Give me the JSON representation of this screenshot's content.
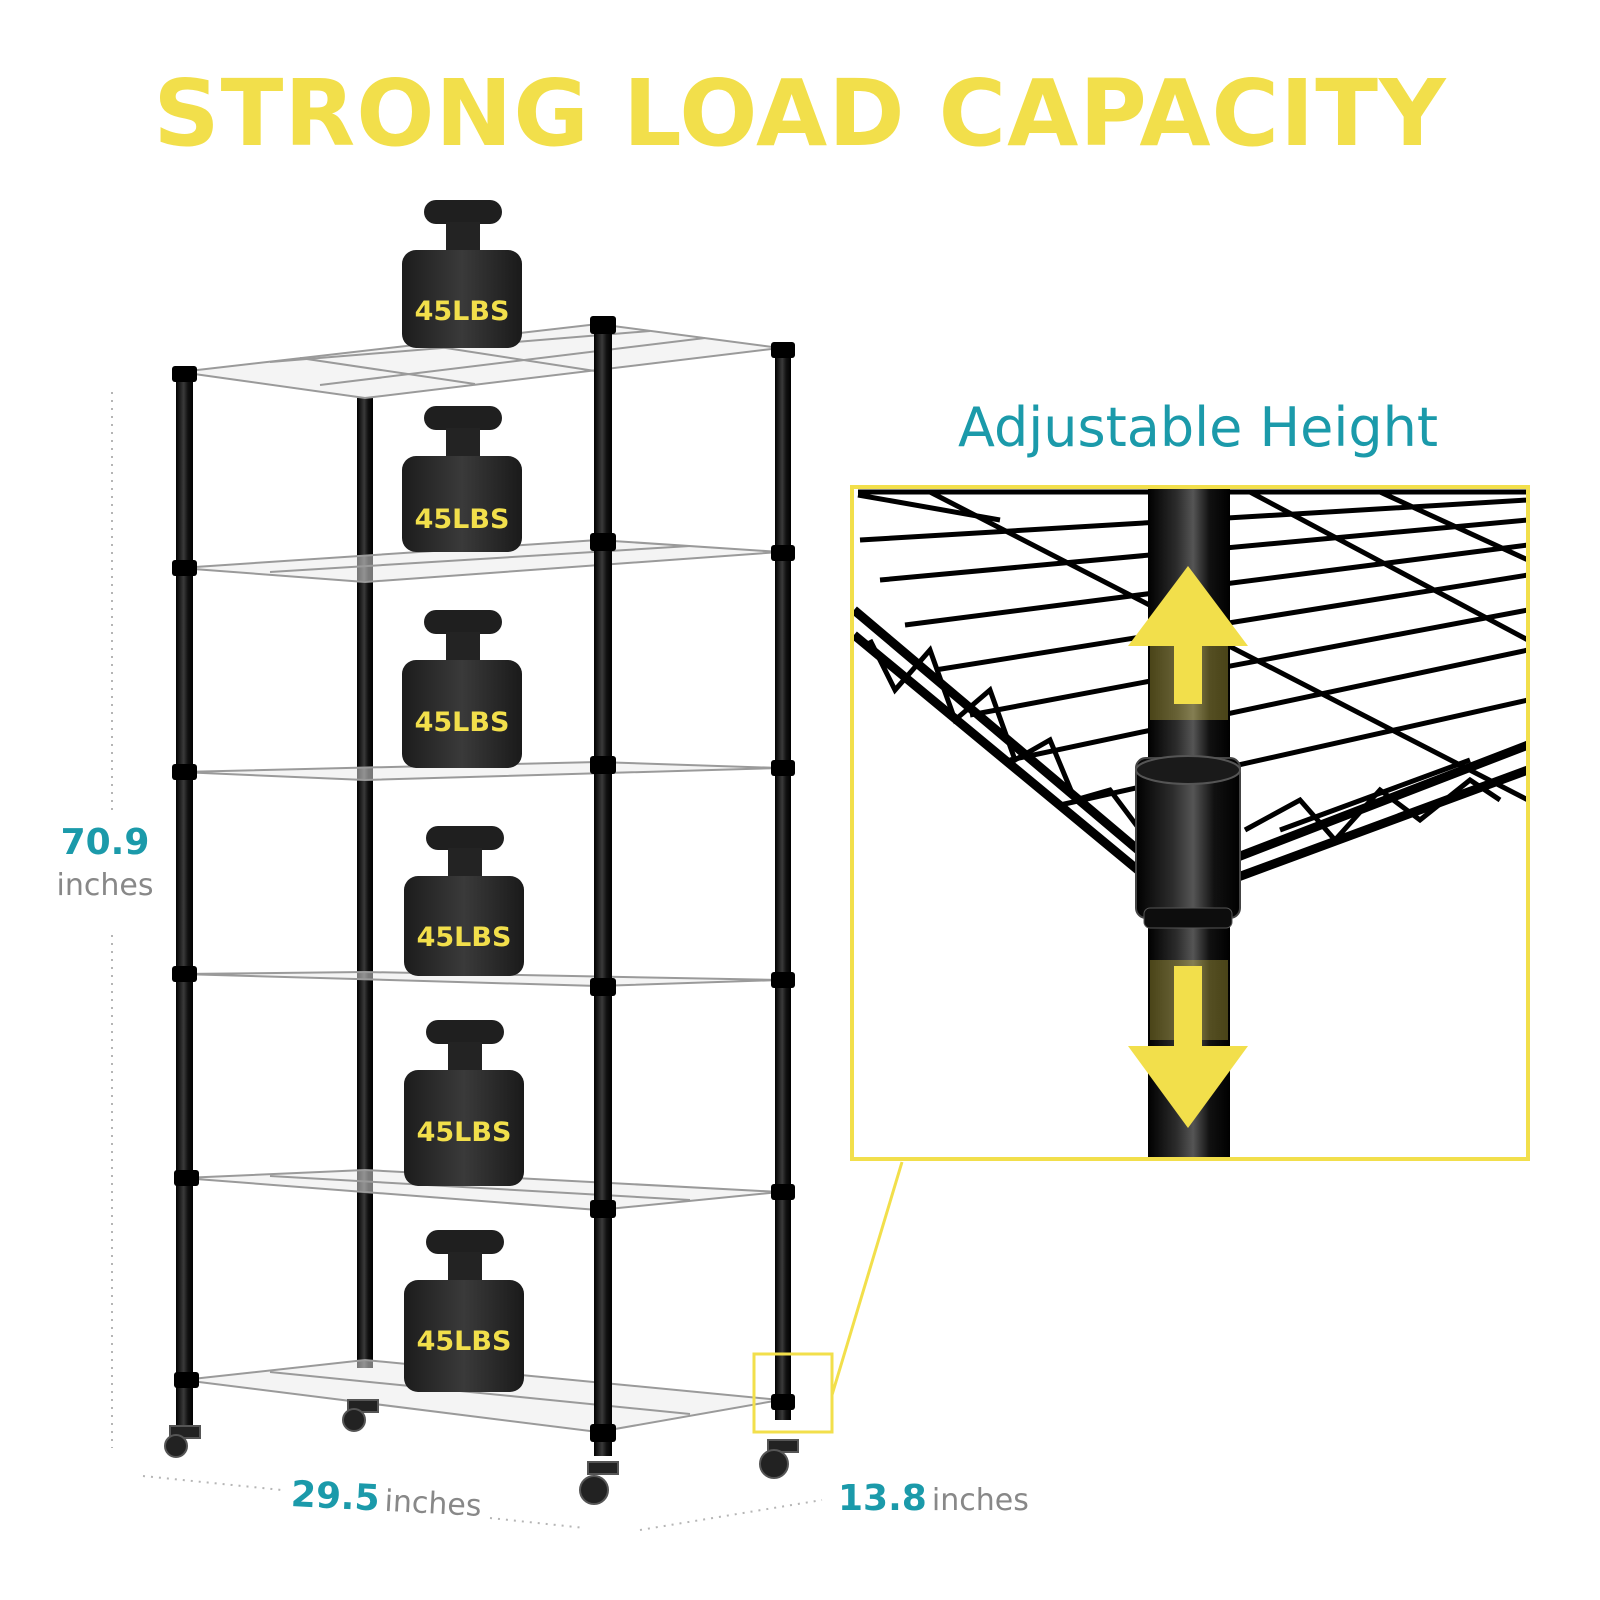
{
  "headline": "STRONG LOAD CAPACITY",
  "detail_title": "Adjustable Height",
  "dimensions": {
    "height": {
      "value": "70.9",
      "unit": "inches"
    },
    "width": {
      "value": "29.5",
      "unit": "inches"
    },
    "depth": {
      "value": "13.8",
      "unit": "inches"
    }
  },
  "weight_label": "45LBS",
  "colors": {
    "headline": "#F2DF4B",
    "accent_teal": "#1B9AAA",
    "frame": "#1a1a1a",
    "detail_border": "#F2DF4B"
  }
}
